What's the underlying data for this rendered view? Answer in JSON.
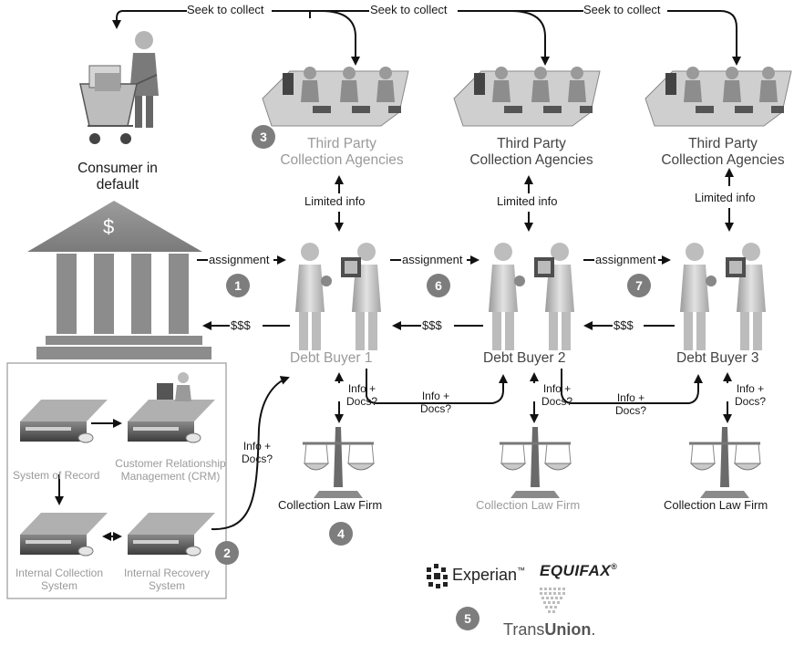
{
  "arrows": {
    "seek": "Seek to collect",
    "limited_info": "Limited info",
    "assignment": "assignment",
    "money": "$$$",
    "info_docs": [
      "Info +",
      "Docs?"
    ]
  },
  "consumer": {
    "lines": [
      "Consumer in",
      "default"
    ]
  },
  "bank": {
    "symbol": "$"
  },
  "agencies": {
    "lines": [
      "Third Party",
      "Collection Agencies"
    ]
  },
  "buyers": [
    "Debt Buyer 1",
    "Debt Buyer 2",
    "Debt Buyer 3"
  ],
  "law_firm": "Collection Law Firm",
  "internal": {
    "system_of_record": "System of Record",
    "crm": [
      "Customer Relationship",
      "Management (CRM)"
    ],
    "internal_collection": [
      "Internal Collection",
      "System"
    ],
    "internal_recovery": [
      "Internal Recovery",
      "System"
    ]
  },
  "badges": [
    "1",
    "2",
    "3",
    "4",
    "5",
    "6",
    "7"
  ],
  "bureaus": {
    "experian": "Experian",
    "experian_tm": "™",
    "equifax": "EQUIFAX",
    "reg": "®",
    "transunion_a": "Trans",
    "transunion_b": "Union",
    "dot": "."
  },
  "colors": {
    "badge": "#7d7d7d",
    "figure": "#c8c8c8",
    "dark": "#1a1a1a",
    "light_text": "#9a9a9a"
  }
}
